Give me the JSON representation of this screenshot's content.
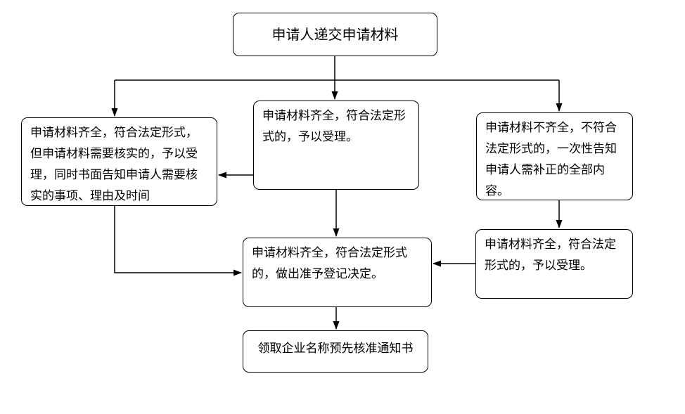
{
  "page": {
    "background_color": "#ffffff",
    "stroke_color": "#000000",
    "box_fill_color": "#ffffff",
    "text_color": "#000000"
  },
  "diagram": {
    "type": "flowchart",
    "nodes": {
      "start": {
        "label": "申请人递交申请材料"
      },
      "verify": {
        "label": "申请材料齐全，符合法定形式，\n但申请材料需要核实的，予以受\n理，同时书面告知申请人需要核\n实的事项、理由及时间"
      },
      "accept": {
        "label": "申请材料齐全，符合法定形\n式的，予以受理。"
      },
      "incomplete": {
        "label": "申请材料不齐全，不符合\n法定形式的，一次性告知\n申请人需补正的全部内\n容。"
      },
      "resubmit_accept": {
        "label": "申请材料齐全，符合法定\n形式的，予以受理。"
      },
      "decision": {
        "label": "申请材料齐全，符合法定形式\n的，做出准予登记决定。"
      },
      "end": {
        "label": "领取企业名称预先核准通知书"
      }
    },
    "connectors": [
      {
        "from": "start",
        "to": "verify"
      },
      {
        "from": "start",
        "to": "accept"
      },
      {
        "from": "start",
        "to": "incomplete"
      },
      {
        "from": "accept",
        "to": "verify"
      },
      {
        "from": "accept",
        "to": "decision"
      },
      {
        "from": "incomplete",
        "to": "resubmit_accept"
      },
      {
        "from": "resubmit_accept",
        "to": "decision"
      },
      {
        "from": "verify",
        "to": "decision"
      },
      {
        "from": "decision",
        "to": "end"
      }
    ]
  }
}
